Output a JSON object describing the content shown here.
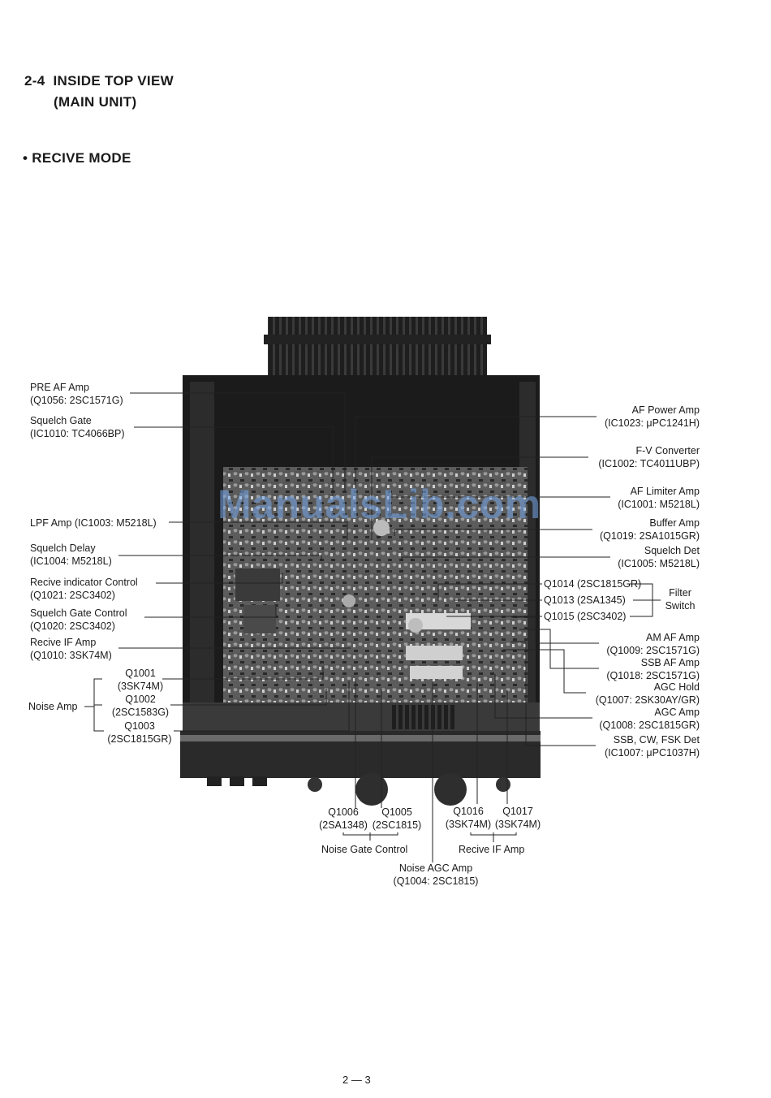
{
  "section": {
    "number": "2-4",
    "title": "INSIDE TOP VIEW",
    "subtitle": "(MAIN UNIT)"
  },
  "mode": {
    "bullet": "•",
    "label": "RECIVE MODE"
  },
  "watermark": "ManualsLib.com",
  "labels_left": {
    "pre_af_amp": [
      "PRE AF Amp",
      "(Q1056: 2SC1571G)"
    ],
    "squelch_gate": [
      "Squelch Gate",
      "(IC1010: TC4066BP)"
    ],
    "lpf_amp": [
      "LPF Amp (IC1003: M5218L)"
    ],
    "squelch_delay": [
      "Squelch Delay",
      "(IC1004: M5218L)"
    ],
    "recive_indicator_control": [
      "Recive indicator Control",
      "(Q1021: 2SC3402)"
    ],
    "squelch_gate_control": [
      "Squelch Gate Control",
      "(Q1020: 2SC3402)"
    ],
    "recive_if_amp": [
      "Recive IF Amp",
      "(Q1010: 3SK74M)"
    ],
    "noise_amp": "Noise Amp",
    "q1001": [
      "Q1001",
      "(3SK74M)"
    ],
    "q1002": [
      "Q1002",
      "(2SC1583G)"
    ],
    "q1003": [
      "Q1003",
      "(2SC1815GR)"
    ]
  },
  "labels_right": {
    "af_power_amp": [
      "AF Power Amp",
      "(IC1023: μPC1241H)"
    ],
    "fv_converter": [
      "F-V Converter",
      "(IC1002: TC4011UBP)"
    ],
    "af_limiter_amp": [
      "AF Limiter Amp",
      "(IC1001: M5218L)"
    ],
    "buffer_amp": [
      "Buffer Amp",
      "(Q1019: 2SA1015GR)"
    ],
    "squelch_det": [
      "Squelch Det",
      "(IC1005: M5218L)"
    ],
    "q1014": "Q1014 (2SC1815GR)",
    "q1013": "Q1013 (2SA1345)",
    "q1015": "Q1015 (2SC3402)",
    "filter_switch": [
      "Filter",
      "Switch"
    ],
    "am_af_amp": [
      "AM AF Amp",
      "(Q1009: 2SC1571G)"
    ],
    "ssb_af_amp": [
      "SSB AF Amp",
      "(Q1018: 2SC1571G)"
    ],
    "agc_hold": [
      "AGC Hold",
      "(Q1007: 2SK30AY/GR)"
    ],
    "agc_amp": [
      "AGC Amp",
      "(Q1008: 2SC1815GR)"
    ],
    "ssb_det": [
      "SSB, CW, FSK Det",
      "(IC1007: μPC1037H)"
    ]
  },
  "labels_bottom": {
    "q1006": [
      "Q1006",
      "(2SA1348)"
    ],
    "q1005": [
      "Q1005",
      "(2SC1815)"
    ],
    "noise_gate_control": "Noise Gate Control",
    "noise_agc_amp": [
      "Noise AGC Amp",
      "(Q1004: 2SC1815)"
    ],
    "q1016": [
      "Q1016",
      "(3SK74M)"
    ],
    "q1017": [
      "Q1017",
      "(3SK74M)"
    ],
    "recive_if_amp_bottom": "Recive IF Amp"
  },
  "page_number": "2 — 3"
}
